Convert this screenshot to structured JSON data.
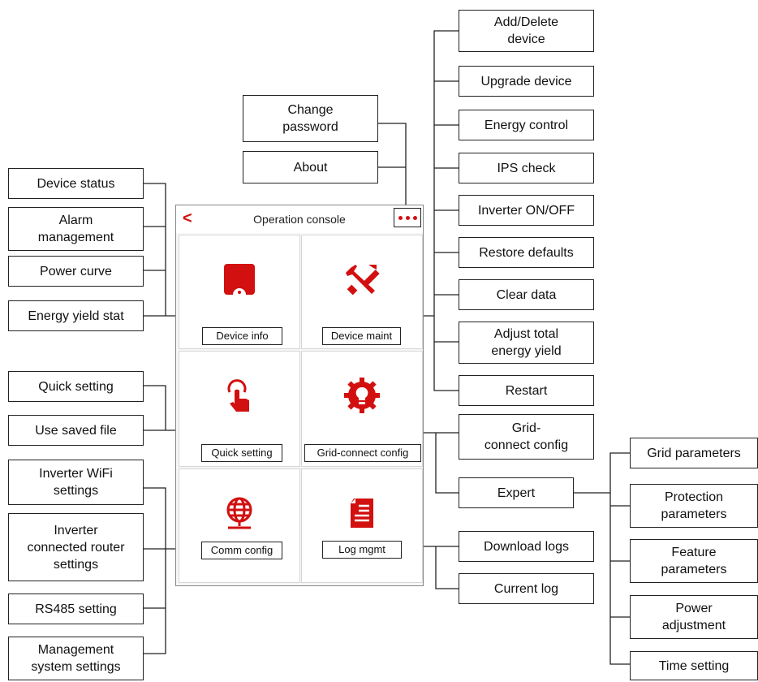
{
  "screen": {
    "title": "Operation console",
    "back_glyph": "<",
    "more_icon": "more-dots-icon",
    "cells": [
      {
        "label": "Device info",
        "icon": "device-icon"
      },
      {
        "label": "Device maint",
        "icon": "tools-icon"
      },
      {
        "label": "Quick setting",
        "icon": "tap-icon"
      },
      {
        "label": "Grid-connect config",
        "icon": "bulb-gear-icon"
      },
      {
        "label": "Comm config",
        "icon": "globe-icon"
      },
      {
        "label": "Log mgmt",
        "icon": "log-icon"
      }
    ]
  },
  "top_menu": [
    "Change\npassword",
    "About"
  ],
  "device_info_items": [
    "Device status",
    "Alarm\nmanagement",
    "Power curve",
    "Energy yield stat"
  ],
  "quick_setting_items": [
    "Quick setting",
    "Use saved file"
  ],
  "comm_config_items": [
    "Inverter WiFi\nsettings",
    "Inverter\nconnected router\nsettings",
    "RS485 setting",
    "Management\nsystem settings"
  ],
  "device_maint_items": [
    "Add/Delete\ndevice",
    "Upgrade device",
    "Energy control",
    "IPS check",
    "Inverter ON/OFF",
    "Restore defaults",
    "Clear data",
    "Adjust total\nenergy yield",
    "Restart"
  ],
  "grid_connect_items": [
    "Grid-\nconnect config",
    "Expert"
  ],
  "expert_items": [
    "Grid parameters",
    "Protection\nparameters",
    "Feature\nparameters",
    "Power\nadjustment",
    "Time setting"
  ],
  "log_items": [
    "Download logs",
    "Current log"
  ],
  "colors": {
    "accent": "#d21010",
    "line": "#222222"
  }
}
